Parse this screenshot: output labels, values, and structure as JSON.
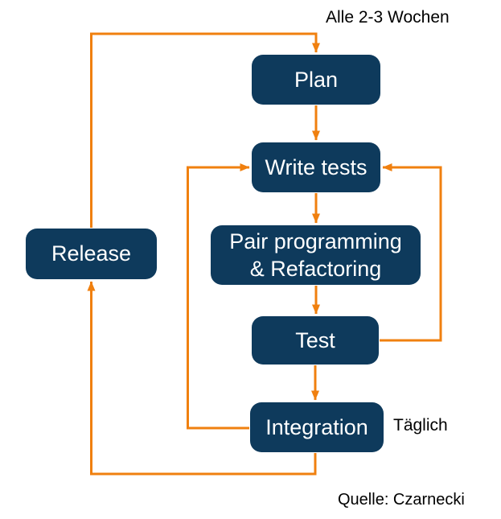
{
  "diagram": {
    "type": "flowchart",
    "nodes": {
      "plan": {
        "label": "Plan"
      },
      "write_tests": {
        "label": "Write tests"
      },
      "pair_programming": {
        "lines": [
          "Pair programming",
          "& Refactoring"
        ]
      },
      "test": {
        "label": "Test"
      },
      "integration": {
        "label": "Integration"
      },
      "release": {
        "label": "Release"
      }
    },
    "annotations": {
      "cycle_frequency": "Alle 2-3 Wochen",
      "daily_frequency": "Täglich",
      "source": "Quelle: Czarnecki"
    },
    "edges": [
      {
        "from": "Plan",
        "to": "Write tests"
      },
      {
        "from": "Write tests",
        "to": "Pair programming & Refactoring"
      },
      {
        "from": "Pair programming & Refactoring",
        "to": "Test"
      },
      {
        "from": "Test",
        "to": "Integration"
      },
      {
        "from": "Test",
        "to": "Write tests"
      },
      {
        "from": "Integration",
        "to": "Write tests"
      },
      {
        "from": "Integration",
        "to": "Release"
      },
      {
        "from": "Release",
        "to": "Plan",
        "label": "Alle 2-3 Wochen"
      }
    ]
  },
  "colors": {
    "node_fill": "#0e3a5c",
    "node_text": "#ffffff",
    "arrow": "#f0800f",
    "annotation_text": "#000000",
    "background": "#ffffff"
  }
}
